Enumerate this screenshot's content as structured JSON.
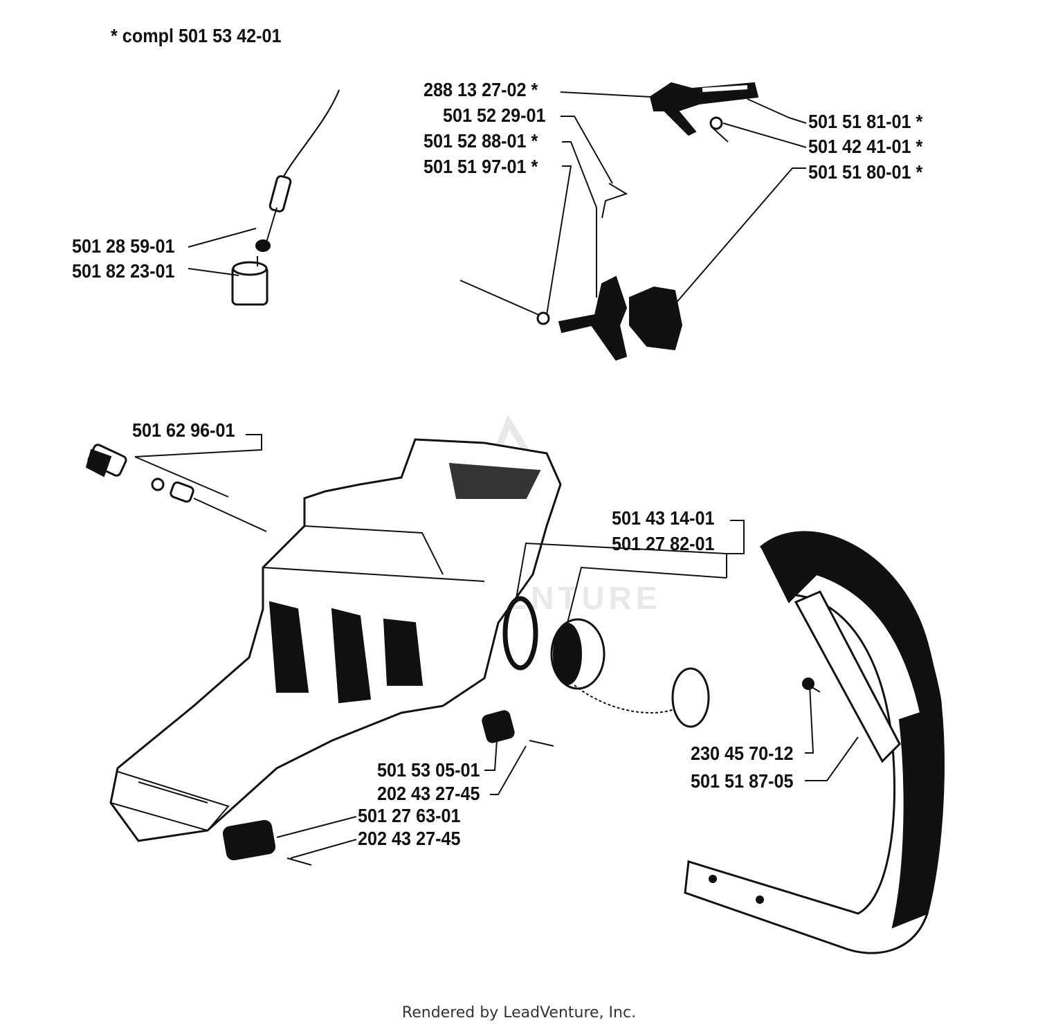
{
  "header": {
    "compl_note": "*  compl 501 53 42-01"
  },
  "parts": {
    "p288132702": "288 13 27-02  *",
    "p501522901": "501 52 29-01",
    "p501528801": "501 52 88-01  *",
    "p501519701": "501 51 97-01  *",
    "p501518101": "501 51 81-01  *",
    "p501424101": "501 42 41-01  *",
    "p501518001": "501 51 80-01  *",
    "p501285901": "501 28 59-01",
    "p501822301": "501 82 23-01",
    "p501629601": "501 62 96-01",
    "p501431401": "501 43 14-01",
    "p501278201": "501 27 82-01",
    "p501530501": "501 53 05-01",
    "p202432745a": "202 43 27-45",
    "p501276301": "501 27 63-01",
    "p202432745b": "202 43 27-45",
    "p230457012": "230 45 70-12",
    "p501518705": "501 51 87-05"
  },
  "watermark": {
    "text": "LEADVENTURE",
    "color": "#e6e6e6"
  },
  "footer": {
    "text": "Rendered by LeadVenture, Inc."
  },
  "colors": {
    "ink": "#111111",
    "background": "#ffffff"
  }
}
